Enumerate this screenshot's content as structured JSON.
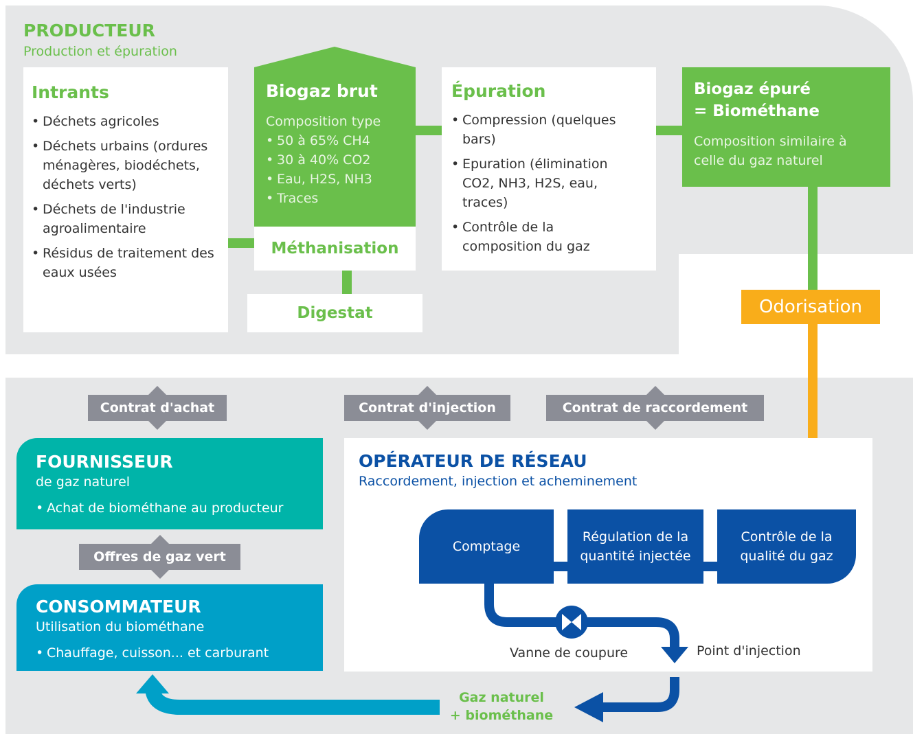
{
  "producteur": {
    "title": "PRODUCTEUR",
    "subtitle": "Production et épuration"
  },
  "intrants": {
    "title": "Intrants",
    "items": [
      "Déchets agricoles",
      "Déchets urbains (ordures ménagères, biodéchets, déchets verts)",
      "Déchets de l'industrie agroalimentaire",
      "Résidus de traitement des eaux usées"
    ]
  },
  "biogaz_brut": {
    "title": "Biogaz brut",
    "subtitle": "Composition type",
    "items": [
      "50 à 65% CH4",
      "30 à 40% CO2",
      "Eau, H2S, NH3",
      "Traces"
    ]
  },
  "methanisation": {
    "label": "Méthanisation"
  },
  "digestat": {
    "label": "Digestat"
  },
  "epuration": {
    "title": "Épuration",
    "items": [
      "Compression (quelques bars)",
      "Epuration (élimination CO2, NH3, H2S, eau, traces)",
      "Contrôle de la composition du gaz"
    ]
  },
  "biogaz_epure": {
    "title_line1": "Biogaz épuré",
    "title_line2": "= Biométhane",
    "desc": "Composition similaire à celle du gaz naturel"
  },
  "odorisation": {
    "label": "Odorisation"
  },
  "contracts": {
    "achat": "Contrat d'achat",
    "injection": "Contrat d'injection",
    "raccordement": "Contrat de raccordement",
    "offres": "Offres de gaz vert"
  },
  "fournisseur": {
    "title": "FOURNISSEUR",
    "subtitle": "de gaz naturel",
    "item": "Achat de biométhane au producteur"
  },
  "consommateur": {
    "title": "CONSOMMATEUR",
    "subtitle": "Utilisation du biométhane",
    "item": "Chauffage, cuisson... et carburant"
  },
  "operateur": {
    "title": "OPÉRATEUR DE RÉSEAU",
    "subtitle": "Raccordement, injection et acheminement",
    "comptage": "Comptage",
    "regulation": "Régulation de la quantité injectée",
    "controle": "Contrôle de la qualité du gaz",
    "vanne": "Vanne de coupure",
    "point": "Point d'injection"
  },
  "output": {
    "line1": "Gaz naturel",
    "line2": "+ biométhane"
  },
  "colors": {
    "green": "#6abf4b",
    "orange": "#f9ad1a",
    "blue": "#0b51a5",
    "teal": "#00b4a9",
    "cyan": "#00a0c8",
    "grey_pill": "#8b8d96",
    "background": "#e6e7e8"
  }
}
